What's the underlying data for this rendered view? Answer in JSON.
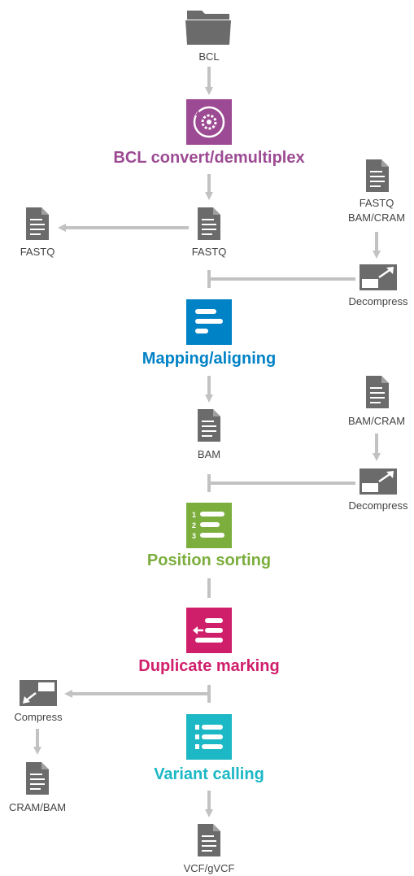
{
  "colors": {
    "arrow": "#c2c2c2",
    "file_icon": "#6b6b6b",
    "label_text": "#444444",
    "bcl_convert": "#9c4a93",
    "mapping": "#0082c6",
    "sorting": "#7cae3e",
    "duplicate": "#cf1f6b",
    "variant": "#1cb8c5"
  },
  "inputs": {
    "bcl_folder": "BCL",
    "fastq_left": "FASTQ",
    "fastq_center": "FASTQ",
    "fastq_bam_cram_line1": "FASTQ",
    "fastq_bam_cram_line2": "BAM/CRAM",
    "decompress_1": "Decompress",
    "bam_center": "BAM",
    "bam_cram_right": "BAM/CRAM",
    "decompress_2": "Decompress",
    "compress": "Compress",
    "cram_bam_left": "CRAM/BAM",
    "vcf_output": "VCF/gVCF"
  },
  "stages": {
    "bcl_convert": "BCL convert/demultiplex",
    "mapping": "Mapping/aligning",
    "sorting": "Position sorting",
    "duplicate": "Duplicate marking",
    "variant": "Variant calling"
  }
}
